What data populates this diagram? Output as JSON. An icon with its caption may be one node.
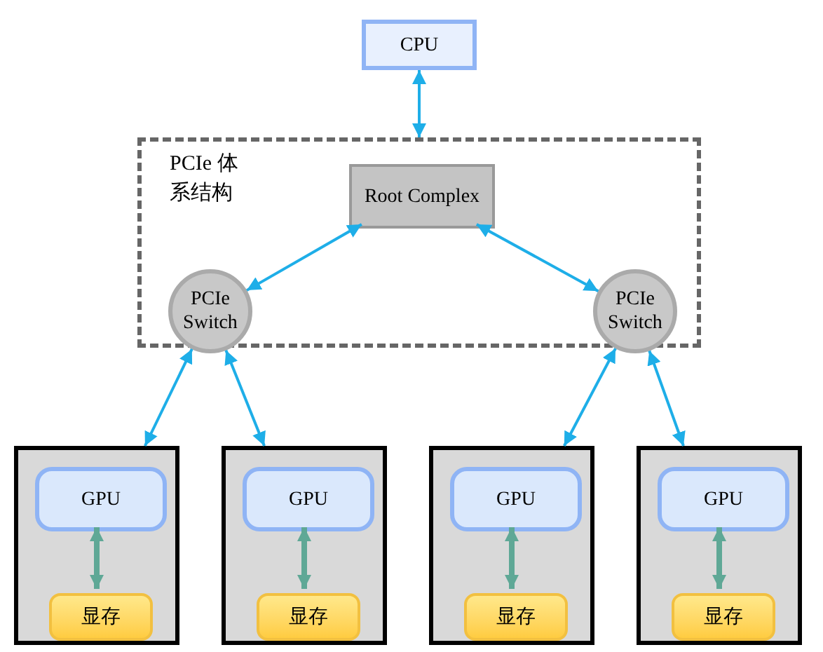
{
  "diagram": {
    "nodes": [
      {
        "text": [
          "CPU"
        ]
      },
      {
        "text": [
          "PCIe 体系结构"
        ]
      },
      {
        "text": [
          "Root Complex"
        ],
        "in": 1
      },
      {
        "text": [
          "PCIe Switch"
        ]
      },
      {
        "text": [
          "PCIe Switch"
        ]
      },
      {
        "text": [],
        "shape": "box"
      },
      {
        "text": [
          "GPU"
        ],
        "in": 5
      },
      {
        "text": [
          "显存"
        ],
        "in": 5
      },
      {
        "text": [],
        "shape": "box"
      },
      {
        "text": [
          "GPU"
        ],
        "in": 8
      },
      {
        "text": [
          "显存"
        ],
        "in": 8
      },
      {
        "text": [],
        "shape": "box"
      },
      {
        "text": [
          "GPU"
        ],
        "in": 11
      },
      {
        "text": [
          "显存"
        ],
        "in": 11
      },
      {
        "text": [],
        "shape": "box"
      },
      {
        "text": [
          "GPU"
        ],
        "in": 14
      },
      {
        "text": [
          "显存"
        ],
        "in": 14
      }
    ],
    "edges": [
      {
        "from": 0,
        "to": 1,
        "arrow": "both"
      },
      {
        "from": 2,
        "to": 3,
        "arrow": "both"
      },
      {
        "from": 2,
        "to": 4,
        "arrow": "both"
      },
      {
        "from": 3,
        "to": 5,
        "arrow": "both"
      },
      {
        "from": 3,
        "to": 8,
        "arrow": "both"
      },
      {
        "from": 4,
        "to": 11,
        "arrow": "both"
      },
      {
        "from": 4,
        "to": 14,
        "arrow": "both"
      },
      {
        "from": 6,
        "to": 7,
        "arrow": "both",
        "color": "#5fa896",
        "style": "thick"
      },
      {
        "from": 9,
        "to": 10,
        "arrow": "both",
        "color": "#5fa896",
        "style": "thick"
      },
      {
        "from": 12,
        "to": 13,
        "arrow": "both",
        "color": "#5fa896",
        "style": "thick"
      },
      {
        "from": 15,
        "to": 16,
        "arrow": "both",
        "color": "#5fa896",
        "style": "thick"
      }
    ]
  }
}
